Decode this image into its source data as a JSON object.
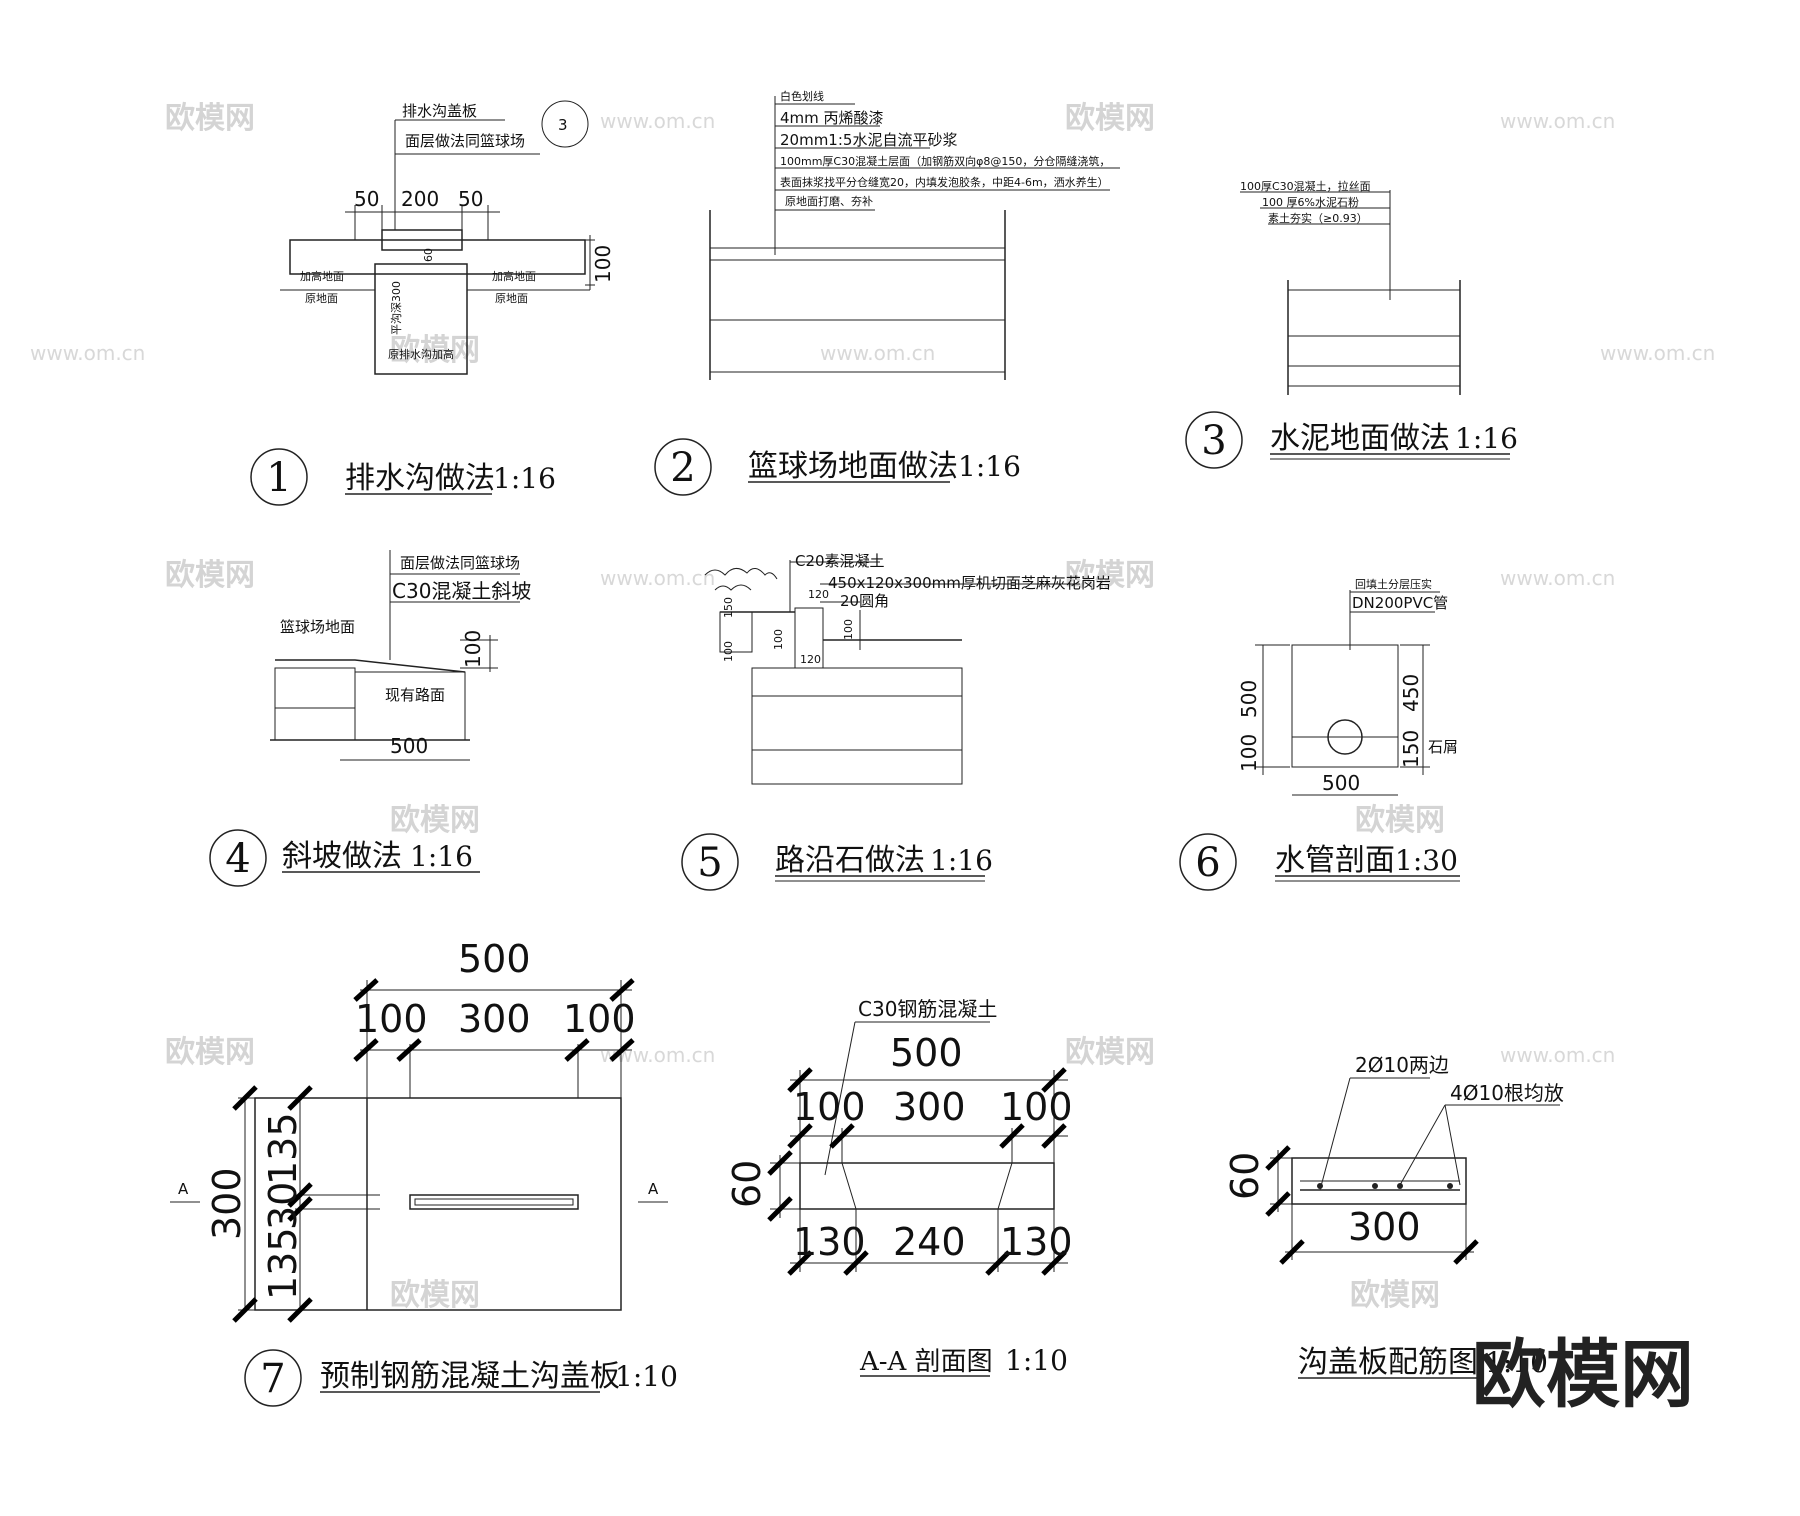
{
  "watermark": {
    "brand": "欧模网",
    "url": "www.om.cn"
  },
  "details": [
    {
      "id": "1",
      "title": "排水沟做法",
      "scale": "1:16",
      "callouts": [
        "排水沟盖板",
        "面层做法同篮球场"
      ],
      "ref_mark": "3",
      "labels": [
        "加高地面",
        "加高地面",
        "原地面",
        "原地面",
        "原排水沟加高",
        "平沟深300",
        "60"
      ],
      "dims": [
        "50",
        "200",
        "50",
        "100"
      ]
    },
    {
      "id": "2",
      "title": "篮球场地面做法",
      "scale": "1:16",
      "callouts": [
        "白色划线",
        "4mm 丙烯酸漆",
        "20mm1:5水泥自流平砂浆",
        "100mm厚C30混凝土层面（加钢筋双向φ8@150，分仓隔缝浇筑，",
        "表面抹浆找平分仓缝宽20，内填发泡胶条，中距4-6m，洒水养生）",
        "原地面打磨、夯补"
      ]
    },
    {
      "id": "3",
      "title": "水泥地面做法",
      "scale": "1:16",
      "callouts": [
        "100厚C30混凝土，拉丝面",
        "100 厚6%水泥石粉",
        "素土夯实（≥0.93）"
      ]
    },
    {
      "id": "4",
      "title": "斜坡做法",
      "scale": "1:16",
      "callouts": [
        "面层做法同篮球场",
        "C30混凝土斜坡"
      ],
      "labels": [
        "篮球场地面",
        "现有路面"
      ],
      "dims": [
        "100",
        "500"
      ]
    },
    {
      "id": "5",
      "title": "路沿石做法",
      "scale": "1:16",
      "callouts": [
        "C20素混凝土",
        "450x120x300mm厚机切面芝麻灰花岗岩",
        "20圆角"
      ],
      "small_dims": [
        "120",
        "120",
        "100",
        "100",
        "100",
        "150"
      ]
    },
    {
      "id": "6",
      "title": "水管剖面",
      "scale": "1:30",
      "callouts": [
        "回填土分层压实",
        "DN200PVC管"
      ],
      "labels": [
        "石屑"
      ],
      "dims": [
        "500",
        "100",
        "450",
        "150",
        "500"
      ]
    },
    {
      "id": "7",
      "title": "预制钢筋混凝土沟盖板",
      "scale": "1:10",
      "section_mark": "A",
      "dims_top": [
        "500",
        "100",
        "300",
        "100"
      ],
      "dims_left": [
        "300",
        "135",
        "30",
        "135"
      ]
    },
    {
      "id": "aa",
      "title": "A-A 剖面图",
      "scale": "1:10",
      "callouts": [
        "C30钢筋混凝土"
      ],
      "dims_top": [
        "500",
        "100",
        "300",
        "100"
      ],
      "dims_left": [
        "60"
      ],
      "dims_bottom": [
        "130",
        "240",
        "130"
      ]
    },
    {
      "id": "rebar",
      "title": "沟盖板配筋图",
      "scale": "1:10",
      "callouts": [
        "2Ø10两边",
        "4Ø10根均放"
      ],
      "dims": [
        "60",
        "300"
      ]
    }
  ]
}
